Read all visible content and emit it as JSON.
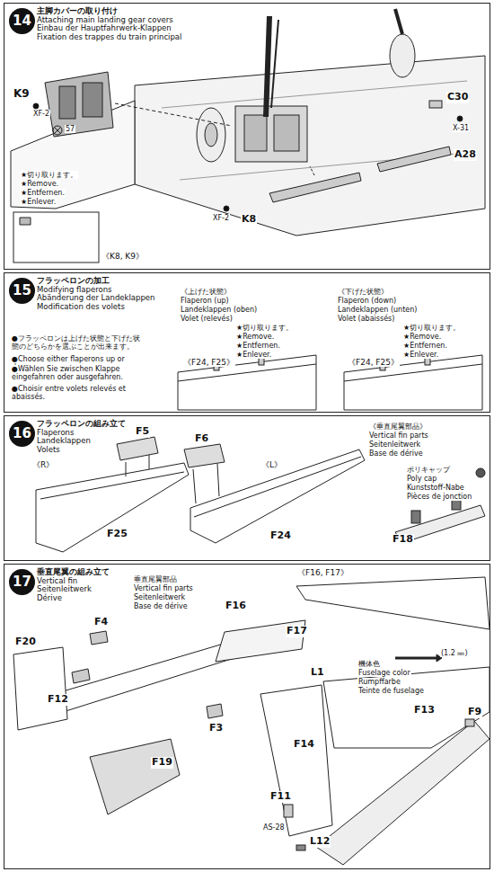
{
  "diagram": {
    "nodes": [
      {
        "text": [
          "主脚カバーの取り付け",
          "Attaching main landing gear covers",
          "Einbau der Hauptfahrwerk-Klappen",
          "Fixation des trappes du train principal"
        ]
      },
      {
        "text": [
          "14"
        ],
        "in": 0
      },
      {
        "text": [
          "フラッペロンの加工",
          "Modifying flaperons",
          "Abänderung der Landeklappen",
          "Modification des volets"
        ]
      },
      {
        "text": [
          "15"
        ],
        "in": 2
      },
      {
        "text": [
          "フラッペロンの組み立て",
          "Flaperons",
          "Landeklappen",
          "Volets"
        ]
      },
      {
        "text": [
          "16"
        ],
        "in": 4
      },
      {
        "text": [
          "垂直尾翼の組み立て",
          "Vertical fin",
          "Seitenleitwerk",
          "Dérive"
        ]
      },
      {
        "text": [
          "17"
        ],
        "in": 6
      }
    ],
    "labels": [
      "K9",
      "XF-2",
      "57",
      "C30",
      "X-31",
      "A28",
      "XF-2",
      "K8",
      "★切り取ります。",
      "★Remove.",
      "★Entfernen.",
      "★Enlever.",
      "《K8, K9》",
      "●フラッペロンは上げた状態と下げた状態のどちらかを選ぶことが出来ます。",
      "●Choose either flaperons up or down.",
      "●Wählen Sie zwischen Klappe eingefahren oder ausgefahren.",
      "●Choisir entre volets relevés et abaissés.",
      "《上げた状態》",
      "Flaperon (up)",
      "Landeklappen (oben)",
      "Volet (relevés)",
      "★切り取ります。",
      "★Remove.",
      "★Entfernen.",
      "★Enlever.",
      "《F24, F25》",
      "《下げた状態》",
      "Flaperon (down)",
      "Landeklappen (unten)",
      "Volet (abaissés)",
      "★切り取ります。",
      "★Remove.",
      "★Entfernen.",
      "★Enlever.",
      "《F24, F25》",
      "F5",
      "《R》",
      "F25",
      "F6",
      "《L》",
      "F24",
      "《垂直尾翼部品》",
      "Vertical fin parts",
      "Seitenleitwerk",
      "Base de dérive",
      "ポリキャップ",
      "Poly cap",
      "Kunststoff-Nabe",
      "Pièces de jonction",
      "F18",
      "F4",
      "垂直尾翼部品",
      "Vertical fin parts",
      "Seitenleitwerk",
      "Base de dérive",
      "F16",
      "F17",
      "F20",
      "F12",
      "F3",
      "F19",
      "《F16, F17》",
      "(1.2 ㎜)",
      "L1",
      "機体色",
      "Fuselage color",
      "Rumpffarbe",
      "Teinte de fuselage",
      "F13",
      "F9",
      "F14",
      "F11",
      "AS-28",
      "L12"
    ]
  }
}
